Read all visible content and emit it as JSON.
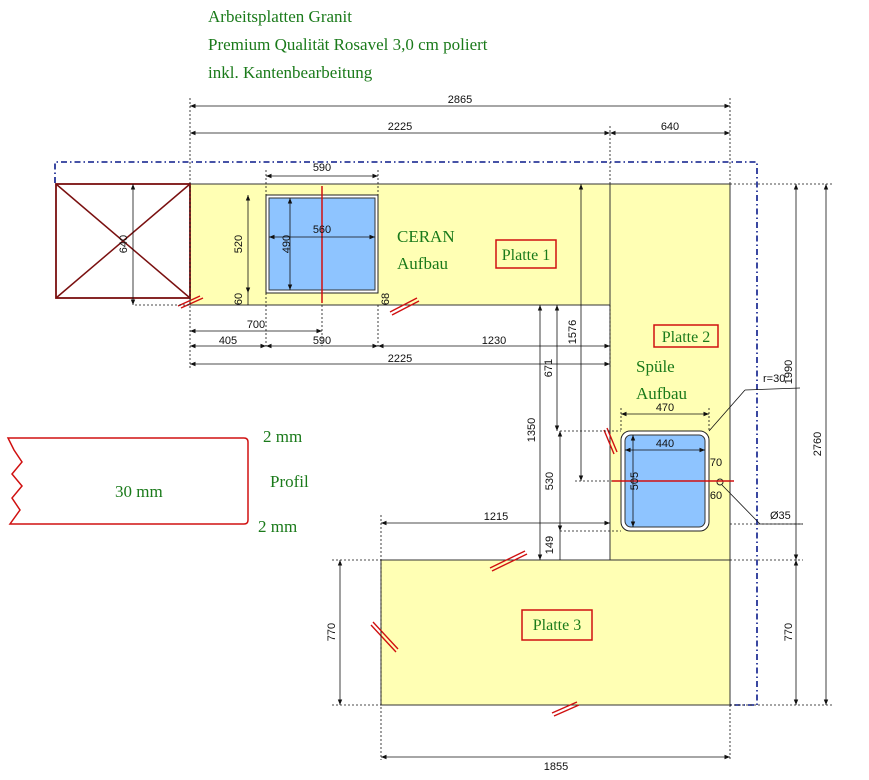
{
  "header": {
    "line1": "Arbeitsplatten Granit",
    "line2": "Premium Qualität Rosavel 3,0 cm poliert",
    "line3": "inkl. Kantenbearbeitung"
  },
  "labels": {
    "ceran_1": "CERAN",
    "ceran_2": "Aufbau",
    "spuele_1": "Spüle",
    "spuele_2": "Aufbau",
    "platte_1": "Platte 1",
    "platte_2": "Platte 2",
    "platte_3": "Platte 3"
  },
  "profile": {
    "thickness": "30 mm",
    "top_edge": "2 mm",
    "title": "Profil",
    "bottom_edge": "2 mm"
  },
  "dimensions": {
    "total_width": "2865",
    "width_top_left": "2225",
    "width_top_right": "640",
    "cooktop_outer": "590",
    "cooktop_inner": "560",
    "cooktop_inner_h": "490",
    "cooktop_depth_520": "520",
    "post_depth": "640",
    "cooktop_gap_60": "60",
    "cooktop_gap_68": "68",
    "dist_700": "700",
    "dist_405": "405",
    "dist_590": "590",
    "dist_1230": "1230",
    "bottom_2225": "2225",
    "vert_1576": "1576",
    "vert_671": "671",
    "vert_1350": "1350",
    "vert_530": "530",
    "vert_149": "149",
    "sink_outer": "470",
    "sink_inner": "440",
    "sink_h": "505",
    "sink_70": "70",
    "sink_60": "60",
    "radius": "r=30",
    "vert_1990": "1990",
    "total_depth": "2760",
    "hole": "Ø35",
    "dist_1215": "1215",
    "p3_depth_left": "770",
    "p3_depth_right": "770",
    "p3_width": "1855"
  }
}
